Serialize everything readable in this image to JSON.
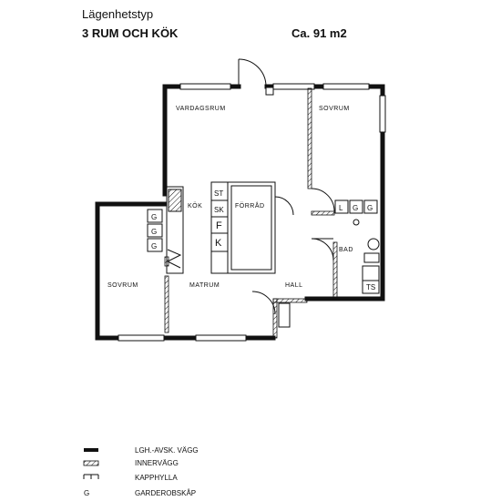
{
  "header": {
    "title": "Lägenhetstyp",
    "subtitle": "3 RUM OCH KÖK",
    "area": "Ca. 91 m2"
  },
  "rooms": {
    "vardagsrum": "VARDAGSRUM",
    "sovrum_right": "SOVRUM",
    "sovrum_left": "SOVRUM",
    "kok": "KÖK",
    "forrad": "FÖRRÅD",
    "matrum": "MATRUM",
    "bad": "BAD",
    "hall": "HALL"
  },
  "fixtures": {
    "st": "ST",
    "sk": "SK",
    "f": "F",
    "k": "K",
    "g": "G",
    "l": "L",
    "ts": "TS"
  },
  "legend": {
    "wall": "LGH.-AVSK. VÄGG",
    "inner": "INNERVÄGG",
    "shelf": "KAPPHYLLA",
    "g_symbol": "G",
    "wardrobe": "GARDEROBSKÅP"
  }
}
